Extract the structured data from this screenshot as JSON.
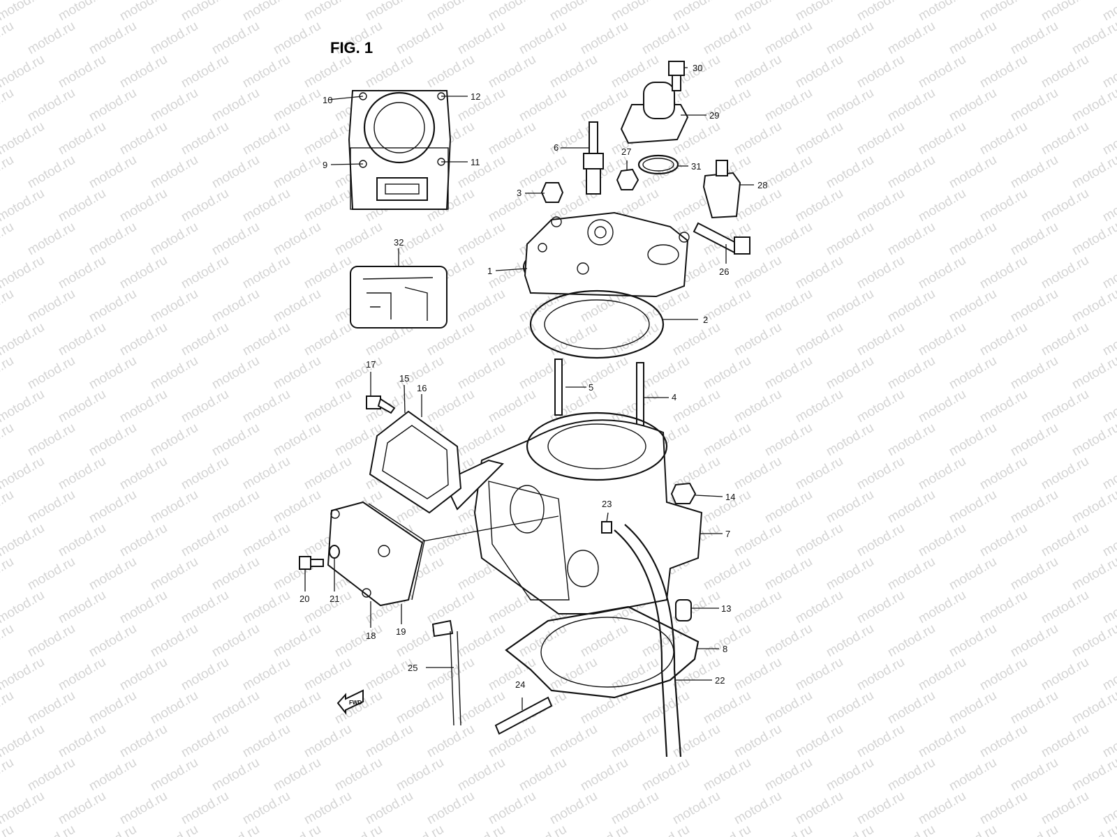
{
  "figure": {
    "title": "FIG. 1"
  },
  "watermark": {
    "text": "motod.ru"
  },
  "fwd_label": "FWD",
  "colors": {
    "line": "#111111",
    "watermark": "#d4d4d4",
    "background": "#ffffff"
  },
  "callouts": {
    "c1": "1",
    "c2": "2",
    "c3": "3",
    "c4": "4",
    "c5": "5",
    "c6": "6",
    "c7": "7",
    "c8": "8",
    "c9": "9",
    "c10": "10",
    "c11": "11",
    "c12": "12",
    "c13": "13",
    "c14": "14",
    "c15": "15",
    "c16": "16",
    "c17": "17",
    "c18": "18",
    "c19": "19",
    "c20": "20",
    "c21": "21",
    "c22": "22",
    "c23": "23",
    "c24": "24",
    "c25": "25",
    "c26": "26",
    "c27": "27",
    "c28": "28",
    "c29": "29",
    "c30": "30",
    "c31": "31",
    "c32": "32"
  }
}
